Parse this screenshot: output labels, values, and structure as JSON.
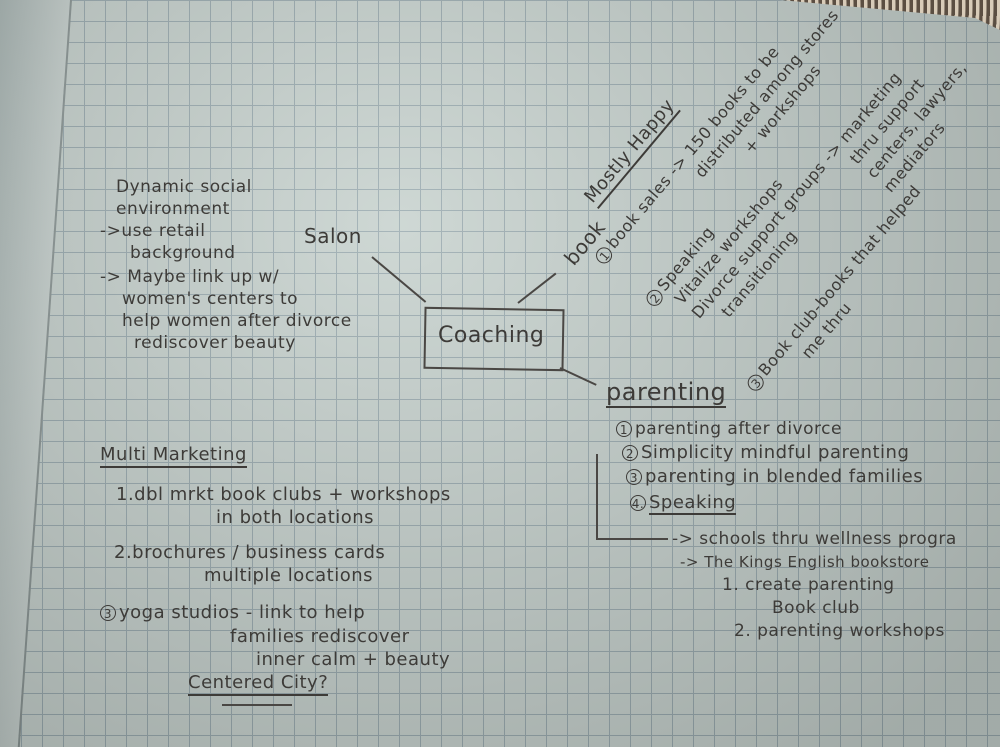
{
  "center": "Coaching",
  "salon": {
    "label": "Salon",
    "notes": [
      "Dynamic social",
      "environment",
      "->use retail",
      "background",
      "-> Maybe link up w/",
      "women's centers to",
      "help women after divorce",
      "rediscover beauty"
    ]
  },
  "book": {
    "label": "book",
    "title": "Mostly Happy",
    "items": [
      {
        "num": "1",
        "text": "book sales -> 150 books to be",
        "sub": [
          "distributed among stores",
          "+ workshops"
        ]
      },
      {
        "num": "2",
        "text": "Speaking",
        "sub": [
          "Vitalize workshops",
          "Divorce support groups -> marketing",
          "transitioning",
          "thru support",
          "centers, lawyers,",
          "mediators"
        ]
      },
      {
        "num": "3",
        "text": "Book club-books that helped",
        "sub": [
          "me thru"
        ]
      }
    ]
  },
  "parenting": {
    "label": "parenting",
    "items": [
      {
        "num": "1",
        "text": "parenting after divorce"
      },
      {
        "num": "2",
        "text": "Simplicity mindful parenting"
      },
      {
        "num": "3",
        "text": "parenting in blended families"
      },
      {
        "num": "4.",
        "text": "Speaking"
      }
    ],
    "sub": [
      "-> schools thru wellness progra",
      "-> The Kings English bookstore",
      "1. create parenting",
      "Book club",
      "2. parenting workshops"
    ]
  },
  "multi_marketing": {
    "title": "Multi Marketing",
    "items": [
      "1.dbl mrkt book clubs + workshops",
      "in both locations",
      "2.brochures / business cards",
      "multiple locations",
      "yoga studios - link to help",
      "families rediscover",
      "inner calm + beauty",
      "Centered City?"
    ],
    "circled_num": "3"
  },
  "colors": {
    "paper": "#c6d1cd",
    "grid": "#98a9ae",
    "ink": "#3d3b38"
  }
}
